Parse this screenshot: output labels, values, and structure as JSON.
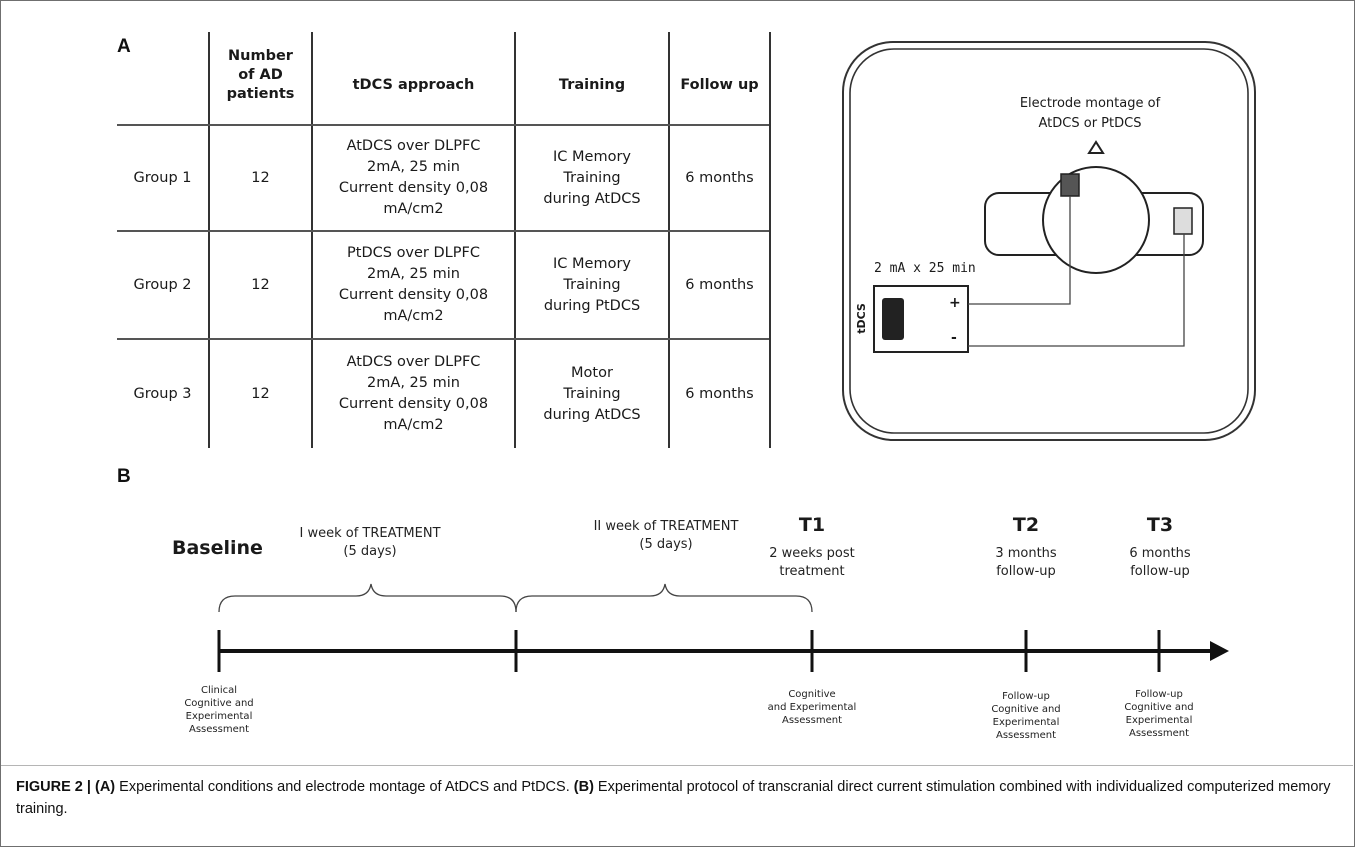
{
  "panel_a": {
    "label": "A",
    "table": {
      "headers": [
        "Number of AD patients",
        "tDCS approach",
        "Training",
        "Follow up"
      ],
      "header_lines": [
        [
          "Number",
          "of AD",
          "patients"
        ],
        [
          "tDCS approach"
        ],
        [
          "Training"
        ],
        [
          "Follow up"
        ]
      ],
      "rows": [
        {
          "group": "Group 1",
          "n": "12",
          "approach": [
            "AtDCS over DLPFC",
            "2mA, 25 min",
            "Current density 0,08",
            "mA/cm2"
          ],
          "training": [
            "IC Memory",
            "Training",
            "during AtDCS"
          ],
          "follow_up": "6 months"
        },
        {
          "group": "Group 2",
          "n": "12",
          "approach": [
            "PtDCS over DLPFC",
            "2mA, 25 min",
            "Current density 0,08",
            "mA/cm2"
          ],
          "training": [
            "IC Memory",
            "Training",
            "during PtDCS"
          ],
          "follow_up": "6 months"
        },
        {
          "group": "Group 3",
          "n": "12",
          "approach": [
            "AtDCS over DLPFC",
            "2mA, 25 min",
            "Current density 0,08",
            "mA/cm2"
          ],
          "training": [
            "Motor",
            "Training",
            "during AtDCS"
          ],
          "follow_up": "6 months"
        }
      ]
    },
    "montage": {
      "title_line1": "Electrode montage of",
      "title_line2": "AtDCS or PtDCS",
      "current_label": "2 mA x 25 min",
      "device_label": "tDCS",
      "plus": "+",
      "minus": "-"
    }
  },
  "panel_b": {
    "label": "B",
    "baseline": "Baseline",
    "week1_line1": "I week of TREATMENT",
    "week1_line2": "(5 days)",
    "week2_line1": "II week of TREATMENT",
    "week2_line2": "(5 days)",
    "t1": {
      "label": "T1",
      "line1": "2 weeks post",
      "line2": "treatment"
    },
    "t2": {
      "label": "T2",
      "line1": "3 months",
      "line2": "follow-up"
    },
    "t3": {
      "label": "T3",
      "line1": "6 months",
      "line2": "follow-up"
    },
    "assess_baseline": [
      "Clinical",
      "Cognitive and",
      "Experimental",
      "Assessment"
    ],
    "assess_t1": [
      "Cognitive",
      "and Experimental",
      "Assessment"
    ],
    "assess_t2": [
      "Follow-up",
      "Cognitive and",
      "Experimental",
      "Assessment"
    ],
    "assess_t3": [
      "Follow-up",
      "Cognitive and",
      "Experimental",
      "Assessment"
    ]
  },
  "caption": {
    "figure_label": "FIGURE 2 |",
    "a_tag": "(A)",
    "a_text": " Experimental conditions and electrode montage of AtDCS and PtDCS. ",
    "b_tag": "(B)",
    "b_text": " Experimental protocol of transcranial direct current stimulation combined with individualized computerized memory training."
  }
}
